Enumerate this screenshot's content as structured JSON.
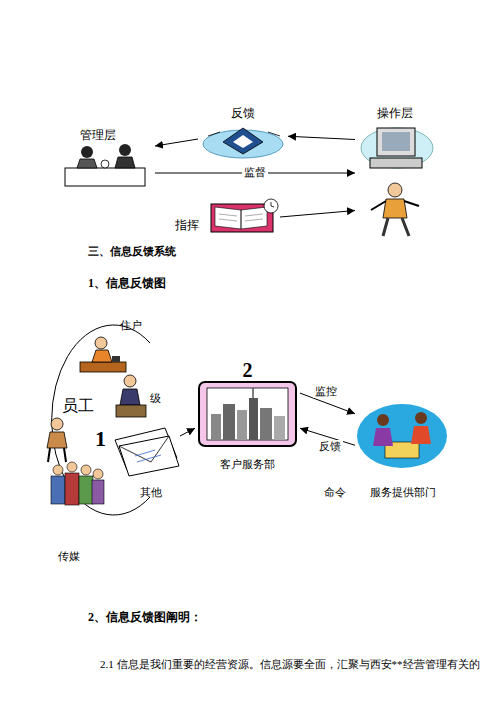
{
  "diagram": {
    "nodes": [
      {
        "text": [
          "管理层"
        ]
      },
      {
        "text": [
          "反馈"
        ]
      },
      {
        "text": [
          "操作层"
        ]
      },
      {
        "text": [
          "指挥"
        ]
      },
      {
        "text": [
          "1"
        ]
      },
      {
        "text": [
          "2",
          "客户服务部"
        ]
      },
      {
        "text": [
          "服务提供部门"
        ]
      }
    ],
    "edges": [
      {
        "from": 2,
        "to": 1,
        "arrow": "to"
      },
      {
        "from": 1,
        "to": 0,
        "arrow": "to"
      },
      {
        "from": 0,
        "to": 2,
        "label": "监督",
        "arrow": "to"
      },
      {
        "from": 3,
        "to": 2,
        "arrow": "to"
      },
      {
        "from": 4,
        "to": 5,
        "arrow": "to"
      },
      {
        "from": 5,
        "to": 6,
        "label": "监控",
        "arrow": "to"
      },
      {
        "from": 6,
        "to": 5,
        "label": "反馈",
        "arrow": "to"
      }
    ],
    "labels": [
      "三、信息反馈系统",
      "1、信息反馈图",
      "住户",
      "员工",
      "级",
      "其他",
      "传媒",
      "命令",
      "2、信息反馈图阐明：",
      "2.1  信息是我们重要的经营资源。信息源要全面，汇聚与西安**经营管理有关的"
    ]
  }
}
